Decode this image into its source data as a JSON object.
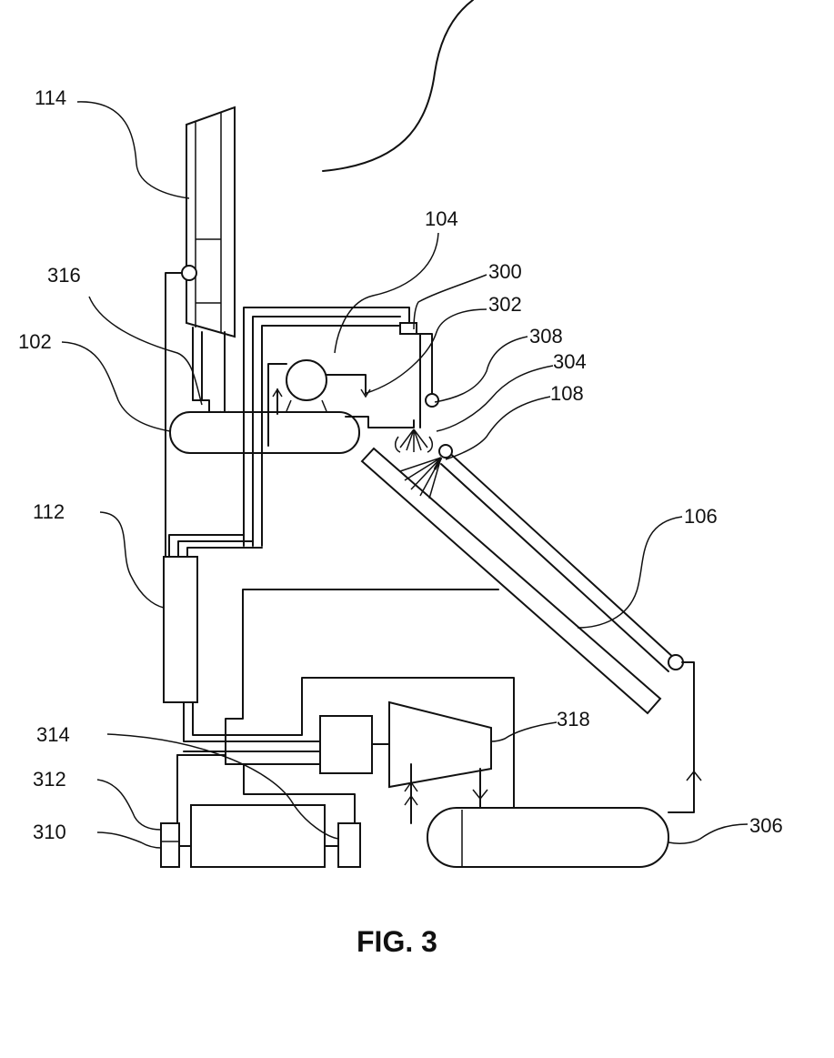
{
  "figure": {
    "caption": "FIG. 3",
    "labels": {
      "l114": "114",
      "l316": "316",
      "l102": "102",
      "l104": "104",
      "l300": "300",
      "l302": "302",
      "l308": "308",
      "l304": "304",
      "l108": "108",
      "l112": "112",
      "l106": "106",
      "l314": "314",
      "l318": "318",
      "l312": "312",
      "l310": "310",
      "l306": "306"
    }
  }
}
